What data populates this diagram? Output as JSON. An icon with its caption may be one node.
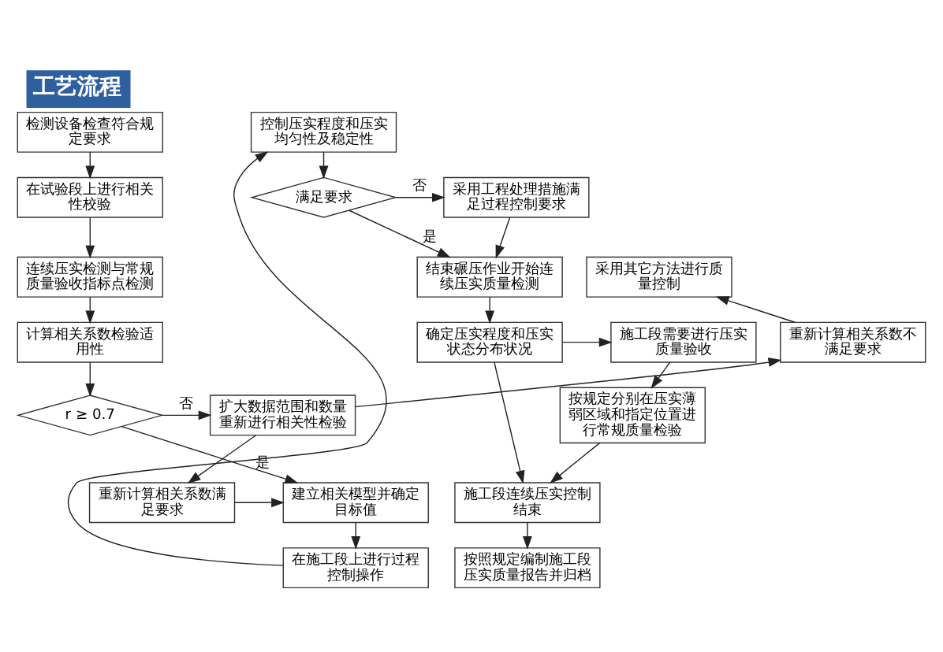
{
  "diagram": {
    "title": "工艺流程",
    "nodes": [
      {
        "text": [
          "检测设备检查符合规定要求"
        ]
      },
      {
        "text": [
          "在试验段上进行相关性校验"
        ]
      },
      {
        "text": [
          "连续压实检测与常规质量验收指标点检测"
        ]
      },
      {
        "text": [
          "采用其它方法进行质量控制"
        ]
      },
      {
        "text": [
          "重新计算相关系数不满足要求"
        ]
      },
      {
        "text": [
          "计算相关系数检验适用性"
        ]
      },
      {
        "text": [
          "扩大数据范围和数量重新进行相关性检验"
        ]
      },
      {
        "text": [
          "r ≥ 0.7"
        ]
      },
      {
        "text": [
          "重新计算相关系数满足要求"
        ]
      },
      {
        "text": [
          "建立相关模型并确定目标值"
        ]
      },
      {
        "text": [
          "在施工段上进行过程控制操作"
        ]
      },
      {
        "text": [
          "控制压实程度和压实均匀性及稳定性"
        ]
      },
      {
        "text": [
          "满足要求"
        ]
      },
      {
        "text": [
          "采用工程处理措施满足过程控制要求"
        ]
      },
      {
        "text": [
          "结束碾压作业开始连续压实质量检测"
        ]
      },
      {
        "text": [
          "确定压实程度和压实状态分布状况"
        ]
      },
      {
        "text": [
          "施工段需要进行压实质量验收"
        ]
      },
      {
        "text": [
          "按规定分别在压实薄弱区域和指定位置进行常规质量检验"
        ]
      },
      {
        "text": [
          "施工段连续压实控制结束"
        ]
      },
      {
        "text": [
          "按照规定编制施工段压实质量报告并归档"
        ]
      }
    ],
    "edges": [
      {
        "from": 0,
        "to": 1,
        "arrow": "to"
      },
      {
        "from": 1,
        "to": 2,
        "arrow": "to"
      },
      {
        "from": 2,
        "to": 5,
        "arrow": "to"
      },
      {
        "from": 5,
        "to": 7,
        "arrow": "to"
      },
      {
        "from": 7,
        "to": 6,
        "arrow": "to",
        "label": "否"
      },
      {
        "from": 6,
        "to": 4,
        "arrow": "to"
      },
      {
        "from": 4,
        "to": 3,
        "arrow": "to"
      },
      {
        "from": 6,
        "to": 8,
        "arrow": "to"
      },
      {
        "from": 8,
        "to": 9,
        "arrow": "to"
      },
      {
        "from": 7,
        "to": 9,
        "arrow": "to",
        "label": "是"
      },
      {
        "from": 9,
        "to": 10,
        "arrow": "to"
      },
      {
        "from": 10,
        "to": 11,
        "arrow": "to"
      },
      {
        "from": 11,
        "to": 12,
        "arrow": "to"
      },
      {
        "from": 12,
        "to": 13,
        "arrow": "to",
        "label": "否"
      },
      {
        "from": 12,
        "to": 14,
        "arrow": "to",
        "label": "是"
      },
      {
        "from": 13,
        "to": 14,
        "arrow": "to"
      },
      {
        "from": 14,
        "to": 15,
        "arrow": "to"
      },
      {
        "from": 15,
        "to": 16,
        "arrow": "to"
      },
      {
        "from": 16,
        "to": 17,
        "arrow": "to"
      },
      {
        "from": 17,
        "to": 18,
        "arrow": "to"
      },
      {
        "from": 15,
        "to": 18,
        "arrow": "to"
      },
      {
        "from": 18,
        "to": 19,
        "arrow": "to"
      }
    ]
  }
}
